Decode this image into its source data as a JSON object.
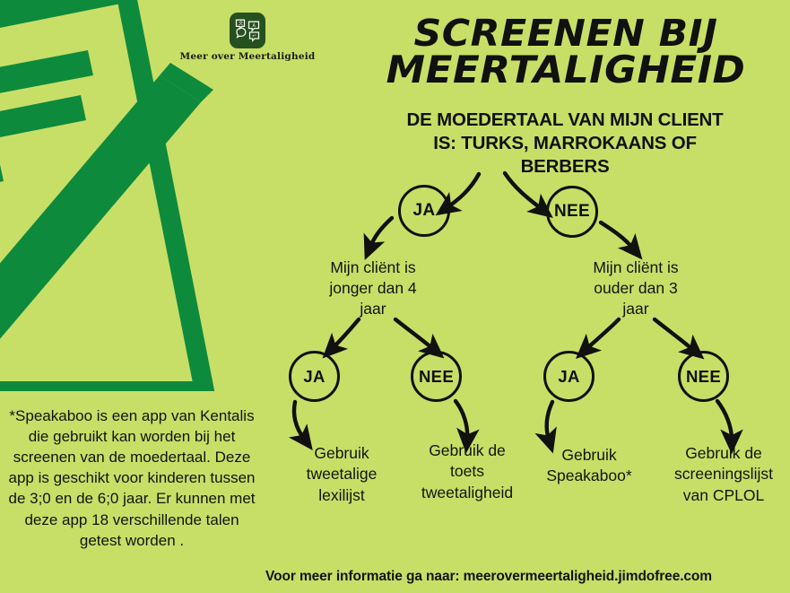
{
  "colors": {
    "background": "#c7df67",
    "graphic_green": "#0e8a3c",
    "logo_dark": "#25511f",
    "text": "#141412"
  },
  "logo": {
    "name": "meer-over-meertaligheid-logo",
    "caption": "Meer over Meertaligheid",
    "icon": "speech-bubbles-icon"
  },
  "header": {
    "title_line1": "Screenen bij",
    "title_line2": "Meertaligheid",
    "subtitle_line1": "De moedertaal van mijn client",
    "subtitle_line2": "is: Turks, Marrokaans of",
    "subtitle_line3": "Berbers"
  },
  "tree": {
    "level1": [
      {
        "id": "l1-ja",
        "answer": "JA",
        "branch_text": "Mijn cliënt is\njonger dan 4\njaar"
      },
      {
        "id": "l1-nee",
        "answer": "NEE",
        "branch_text": "Mijn cliënt is\nouder dan 3\njaar"
      }
    ],
    "level1_branch_a_line1": "Mijn cliënt is",
    "level1_branch_a_line2": "jonger dan 4",
    "level1_branch_a_line3": "jaar",
    "level1_branch_b_line1": "Mijn cliënt is",
    "level1_branch_b_line2": "ouder dan 3",
    "level1_branch_b_line3": "jaar",
    "level2": [
      {
        "id": "l2-a-ja",
        "answer": "JA",
        "leaf_line1": "Gebruik",
        "leaf_line2": "tweetalige",
        "leaf_line3": "lexilijst"
      },
      {
        "id": "l2-a-nee",
        "answer": "NEE",
        "leaf_line1": "Gebruik de",
        "leaf_line2": "toets",
        "leaf_line3": "tweetaligheid"
      },
      {
        "id": "l2-b-ja",
        "answer": "JA",
        "leaf_line1": "Gebruik",
        "leaf_line2": "Speakaboo*",
        "leaf_line3": ""
      },
      {
        "id": "l2-b-nee",
        "answer": "NEE",
        "leaf_line1": "Gebruik de",
        "leaf_line2": "screeningslijst",
        "leaf_line3": "van CPLOL"
      }
    ]
  },
  "footnote": {
    "text": "*Speakaboo is een app van Kentalis die gebruikt kan worden bij het screenen van de moedertaal. Deze app is geschikt voor kinderen tussen de 3;0 en de 6;0 jaar. Er kunnen met deze app 18 verschillende talen getest worden ."
  },
  "footer": {
    "text": "Voor meer informatie ga naar: meerovermeertaligheid.jimdofree.com"
  }
}
